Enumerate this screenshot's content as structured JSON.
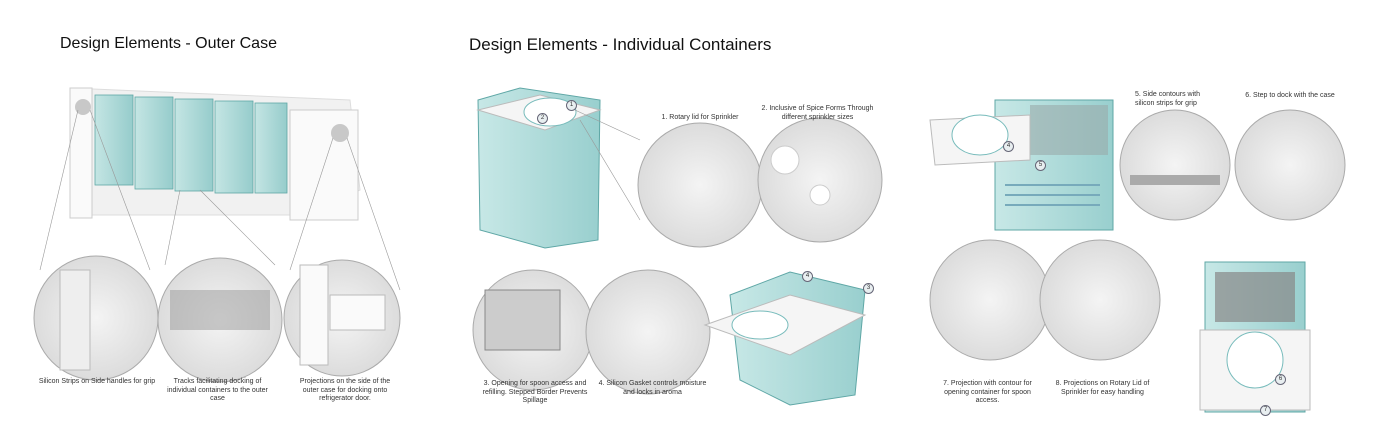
{
  "sections": {
    "outer_case": {
      "title": "Design Elements - Outer Case",
      "captions": [
        "Silicon Strips on Side handles for grip",
        "Tracks facilitating docking of individual containers to the outer case",
        "Projections on the side of the outer case  for docking onto refrigerator door."
      ]
    },
    "containers": {
      "title": "Design Elements - Individual Containers",
      "captions": {
        "c1": "1. Rotary lid for Sprinkler",
        "c2": "2. Inclusive of Spice Forms Through different sprinkler sizes",
        "c3": "3. Opening for spoon access and refilling. Stepped Border Prevents Spillage",
        "c4": "4. Silicon Gasket controls moisture and locks in aroma",
        "c5": "5. Side contours with silicon strips for grip",
        "c6": "6. Step to dock with the case",
        "c7": "7. Projection with contour for opening container for spoon access.",
        "c8": "8. Projections on Rotary Lid of Sprinkler for easy handling"
      }
    }
  },
  "badges": [
    "1",
    "2",
    "3",
    "4",
    "4",
    "5",
    "6",
    "7"
  ],
  "colors": {
    "glass": "#9fd3d0",
    "glass_edge": "#5fa7a6",
    "white_part": "#f3f3f3",
    "lens_line": "#9aa"
  }
}
